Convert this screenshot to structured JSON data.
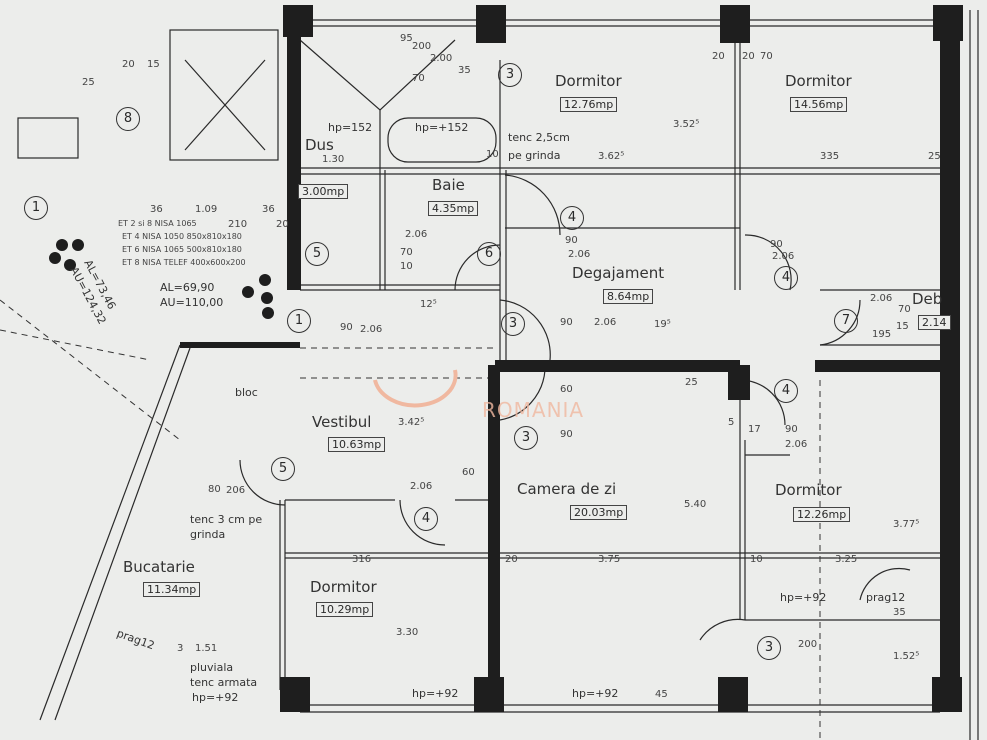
{
  "rooms": [
    {
      "name": "Dormitor",
      "area": "12.76mp"
    },
    {
      "name": "Dormitor",
      "area": "14.56mp"
    },
    {
      "name": "Dus",
      "area": "1.30"
    },
    {
      "name": "",
      "area": "3.00mp"
    },
    {
      "name": "Baie",
      "area": "4.35mp"
    },
    {
      "name": "Degajament",
      "area": "8.64mp"
    },
    {
      "name": "Deb",
      "area": "2.14"
    },
    {
      "name": "Vestibul",
      "area": "10.63mp"
    },
    {
      "name": "Camera de zi",
      "area": "20.03mp"
    },
    {
      "name": "Dormitor",
      "area": "12.26mp"
    },
    {
      "name": "Bucatarie",
      "area": "11.34mp"
    },
    {
      "name": "Dormitor",
      "area": "10.29mp"
    }
  ],
  "notes": [
    "tenc 2,5cm",
    "pe grinda",
    "hp=152",
    "hp=+152",
    "tenc 3 cm pe",
    "grinda",
    "pluviala",
    "tenc armata",
    "hp=+92",
    "hp=+92",
    "hp=+92",
    "hp=+92",
    "prag12",
    "prag12",
    "bloc",
    "AL=69,90",
    "AU=110,00",
    "AL=73,46",
    "AU=124,32",
    "ET 2 si 8 NISA 1065",
    "ET 4 NISA 1050 850x810x180",
    "ET 6 NISA 1065 500x810x180",
    "ET 8 NISA TELEF 400x600x200"
  ],
  "doors": [
    "3",
    "4",
    "6",
    "5",
    "1",
    "3",
    "4",
    "7",
    "3",
    "4",
    "5",
    "4",
    "3",
    "8",
    "1"
  ],
  "dimensions": [
    "15",
    "20",
    "35",
    "70",
    "200",
    "95",
    "2.00",
    "10",
    "3.62⁵",
    "3.52⁵",
    "335",
    "25",
    "20",
    "20",
    "70",
    "90",
    "2.06",
    "195",
    "15",
    "70",
    "2.06",
    "19⁵",
    "90",
    "2.06",
    "60",
    "25",
    "3.42⁵",
    "90",
    "60",
    "2.06",
    "90",
    "2.06",
    "17",
    "5",
    "5.40",
    "3.77⁵",
    "316",
    "20",
    "3.75",
    "10",
    "3.25",
    "3.30",
    "1.52⁵",
    "200",
    "35",
    "45",
    "1.51",
    "3",
    "36",
    "1.09",
    "36",
    "210",
    "20",
    "25",
    "80",
    "206",
    "90",
    "2.06",
    "12⁵",
    "90",
    "2.06",
    "10",
    "70",
    "2.06"
  ],
  "watermark": "ROMANIA",
  "colors": {
    "paper": "#ecedeb",
    "wall": "#1e1e1e",
    "watermark": "#f0b8a0"
  }
}
